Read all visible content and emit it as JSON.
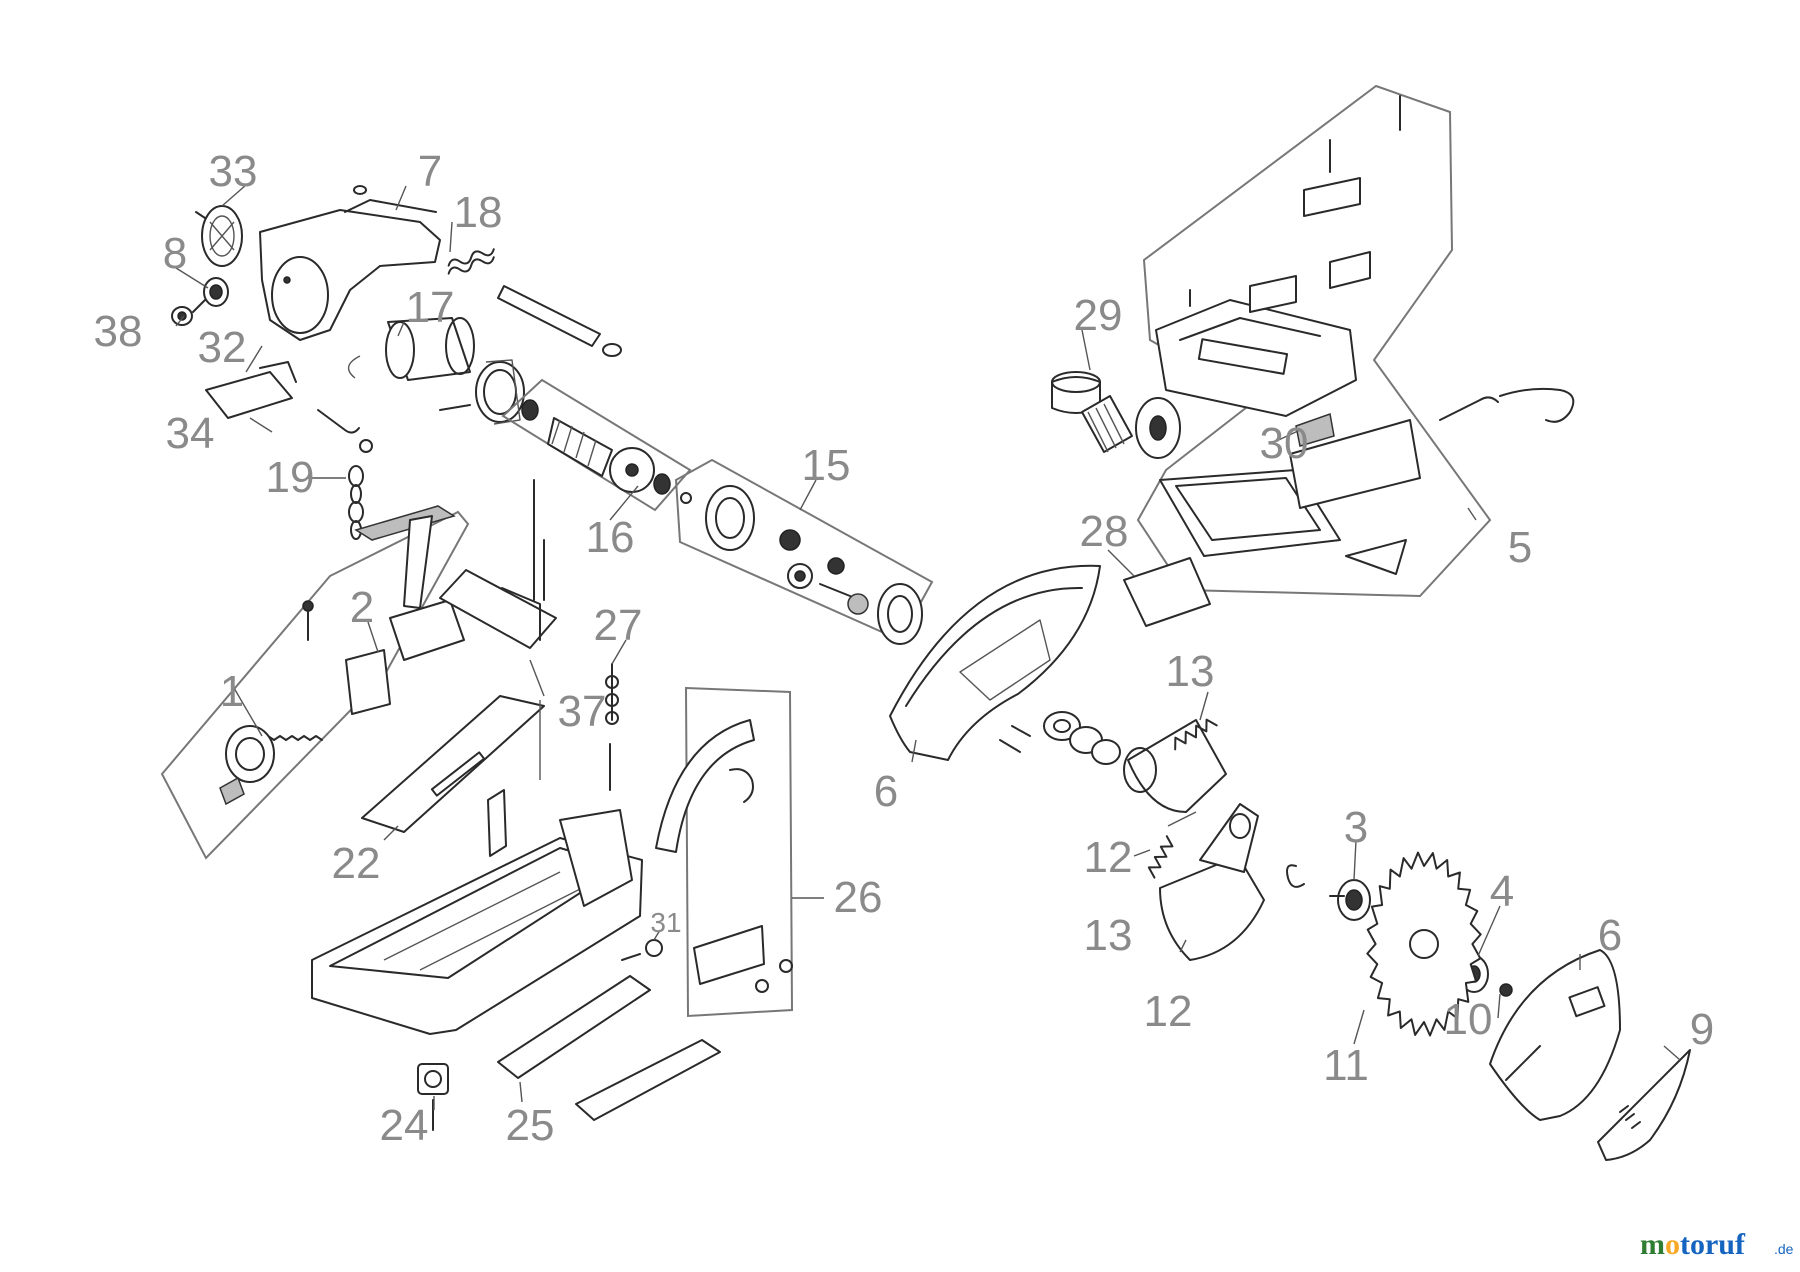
{
  "diagram": {
    "parts": [
      {
        "id": "p1",
        "label": "1"
      },
      {
        "id": "p2",
        "label": "2"
      },
      {
        "id": "p3",
        "label": "3"
      },
      {
        "id": "p4",
        "label": "4"
      },
      {
        "id": "p5",
        "label": "5"
      },
      {
        "id": "p6a",
        "label": "6"
      },
      {
        "id": "p6b",
        "label": "6"
      },
      {
        "id": "p7",
        "label": "7"
      },
      {
        "id": "p8",
        "label": "8"
      },
      {
        "id": "p9",
        "label": "9"
      },
      {
        "id": "p10",
        "label": "10"
      },
      {
        "id": "p11",
        "label": "11"
      },
      {
        "id": "p12a",
        "label": "12"
      },
      {
        "id": "p12b",
        "label": "12"
      },
      {
        "id": "p13a",
        "label": "13"
      },
      {
        "id": "p13b",
        "label": "13"
      },
      {
        "id": "p15",
        "label": "15"
      },
      {
        "id": "p16",
        "label": "16"
      },
      {
        "id": "p17",
        "label": "17"
      },
      {
        "id": "p18",
        "label": "18"
      },
      {
        "id": "p19",
        "label": "19"
      },
      {
        "id": "p22",
        "label": "22"
      },
      {
        "id": "p24",
        "label": "24"
      },
      {
        "id": "p25",
        "label": "25"
      },
      {
        "id": "p26",
        "label": "26"
      },
      {
        "id": "p27",
        "label": "27"
      },
      {
        "id": "p28",
        "label": "28"
      },
      {
        "id": "p29",
        "label": "29"
      },
      {
        "id": "p30",
        "label": "30"
      },
      {
        "id": "p31",
        "label": "31"
      },
      {
        "id": "p32",
        "label": "32"
      },
      {
        "id": "p33",
        "label": "33"
      },
      {
        "id": "p34",
        "label": "34"
      },
      {
        "id": "p37",
        "label": "37"
      },
      {
        "id": "p38",
        "label": "38"
      }
    ]
  },
  "watermark": {
    "text_main": "motoruf",
    "text_suffix": ".de",
    "colors": {
      "m": "#2e7d32",
      "o": "#f9a825",
      "rest": "#1565c0"
    }
  }
}
